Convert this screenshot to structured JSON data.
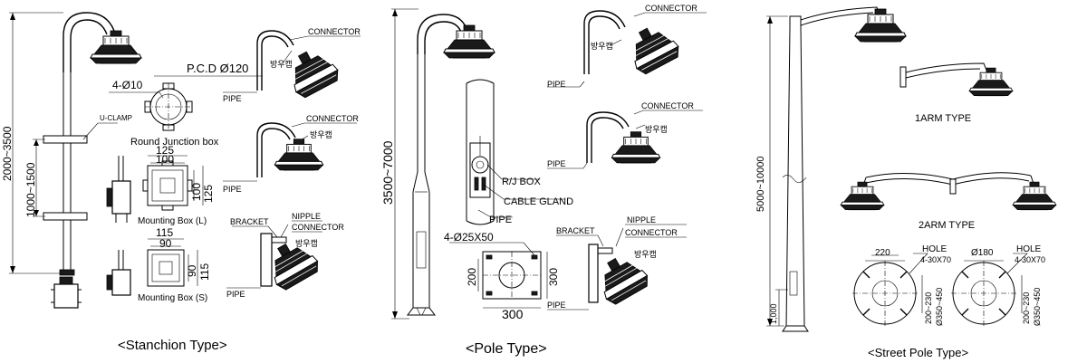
{
  "stanchion": {
    "title": "<Stanchion Type>",
    "dim_total": "2000~3500",
    "dim_clamp": "1000~1500",
    "u_clamp": "U-CLAMP",
    "pcd": "P.C.D Ø120",
    "holes": "4-Ø10",
    "junction_box": "Round Junction box",
    "box_l_d1": "125",
    "box_l_d2": "100",
    "box_l_d3": "100",
    "box_l_d4": "125",
    "box_l_label": "Mounting Box (L)",
    "box_s_d1": "115",
    "box_s_d2": "90",
    "box_s_d3": "90",
    "box_s_d4": "115",
    "box_s_label": "Mounting Box (S)",
    "connector": "CONNECTOR",
    "connector2": "CONNECTOR",
    "nipple": "NIPPLE",
    "connector3": "CONNECTOR",
    "bracket": "BRACKET",
    "pipe1": "PIPE",
    "pipe2": "PIPE",
    "pipe3": "PIPE",
    "bangwoo1": "방우캡",
    "bangwoo2": "방우캡",
    "bangwoo3": "방우캡"
  },
  "pole": {
    "title": "<Pole Type>",
    "dim_height": "3500~7000",
    "rj_box": "R/J BOX",
    "cable_gland": "CABLE GLAND",
    "pipe_mid": "PIPE",
    "holes": "4-Ø25X50",
    "base_d1": "200",
    "base_d2": "300",
    "base_d3": "300",
    "connector1": "CONNECTOR",
    "connector2": "CONNECTOR",
    "nipple": "NIPPLE",
    "connector3": "CONNECTOR",
    "bracket": "BRACKET",
    "pipe1": "PIPE",
    "pipe2": "PIPE",
    "pipe3": "PIPE",
    "bangwoo1": "방우캡",
    "bangwoo2": "방우캡",
    "bangwoo3": "방우캡"
  },
  "street": {
    "title": "<Street Pole Type>",
    "dim_height": "5000~10000",
    "dim_base": "1,000",
    "arm1": "1ARM TYPE",
    "arm2": "2ARM TYPE",
    "base1_w": "220",
    "base1_hole": "HOLE",
    "base1_hole_dim": "4-30X70",
    "base1_d1": "200~230",
    "base1_d2": "Ø350~450",
    "base2_w": "Ø180",
    "base2_hole": "HOLE",
    "base2_hole_dim": "4-30X70",
    "base2_d1": "200~230",
    "base2_d2": "Ø350~450"
  }
}
